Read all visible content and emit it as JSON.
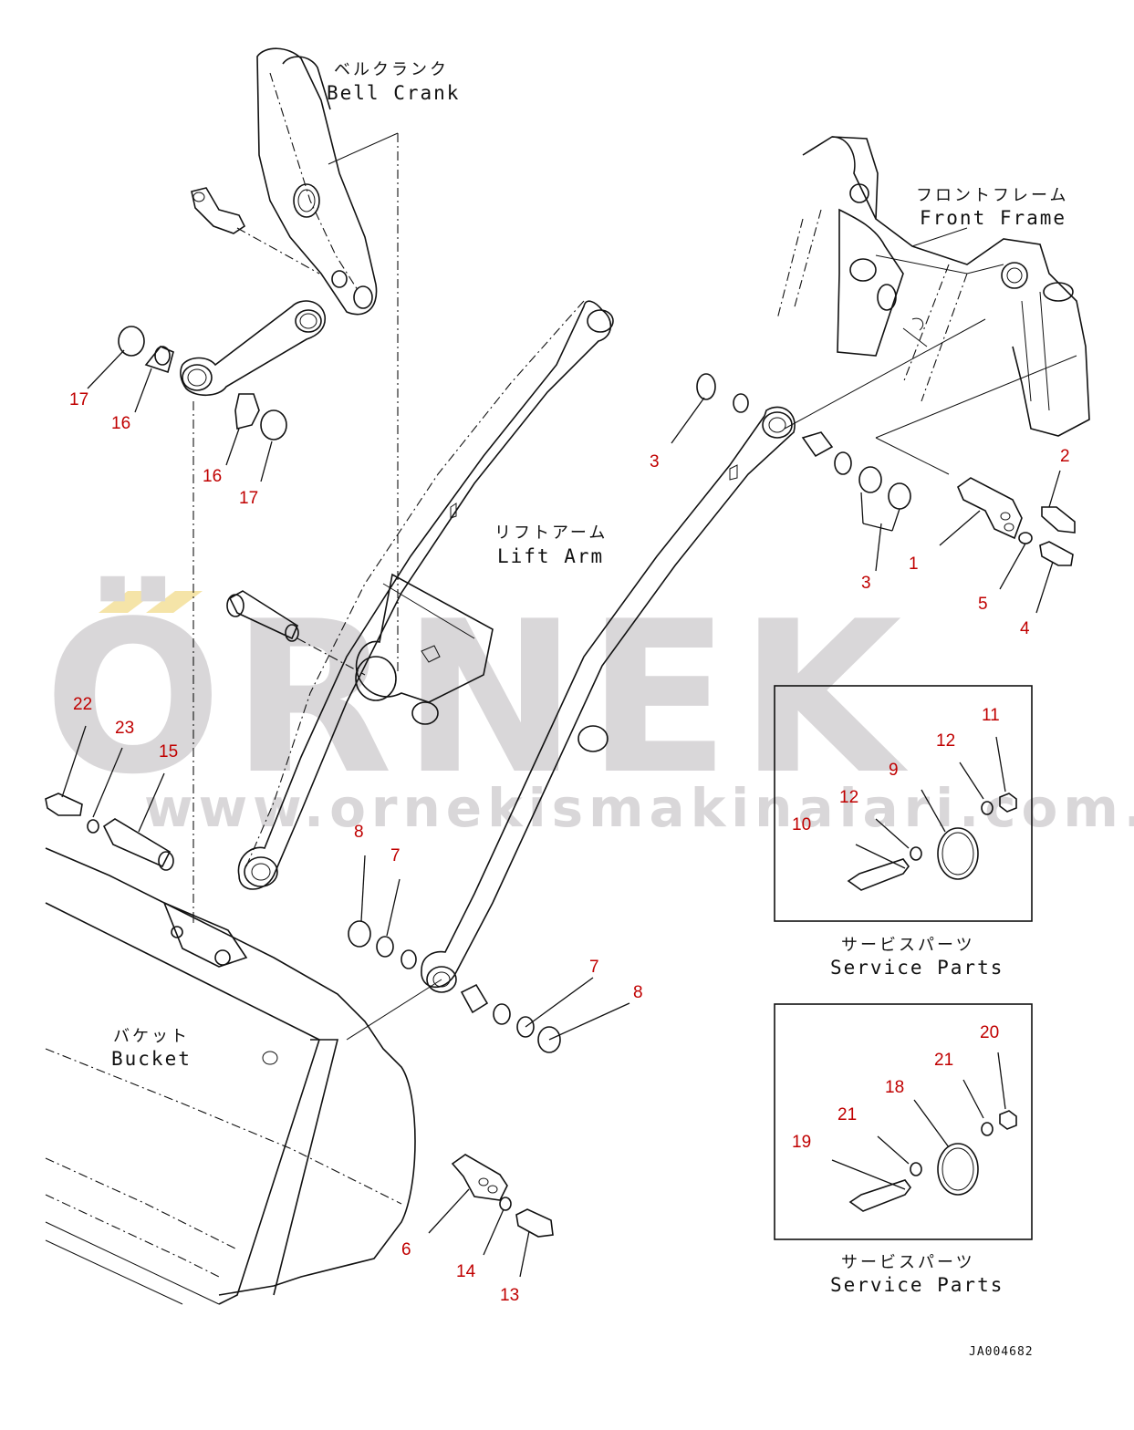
{
  "labels": {
    "bell_crank_jp": "ベルクランク",
    "bell_crank_en": "Bell Crank",
    "front_frame_jp": "フロントフレーム",
    "front_frame_en": "Front Frame",
    "lift_arm_jp": "リフトアーム",
    "lift_arm_en": "Lift Arm",
    "bucket_jp": "バケット",
    "bucket_en": "Bucket",
    "service_parts_jp_1": "サービスパーツ",
    "service_parts_en_1": "Service Parts",
    "service_parts_jp_2": "サービスパーツ",
    "service_parts_en_2": "Service Parts"
  },
  "drawing_code": "JA004682",
  "watermark": {
    "brand": "ÖRNEK",
    "url": "www.ornekismakinalari.com.tr",
    "color": "#d9d7d9",
    "accent_color": "#f5e4a8"
  },
  "callout_color": "#c00000",
  "callouts": {
    "c1": "1",
    "c2": "2",
    "c3a": "3",
    "c3b": "3",
    "c4": "4",
    "c5": "5",
    "c6": "6",
    "c7a": "7",
    "c7b": "7",
    "c8a": "8",
    "c8b": "8",
    "c9": "9",
    "c10": "10",
    "c11": "11",
    "c12a": "12",
    "c12b": "12",
    "c13": "13",
    "c14": "14",
    "c15": "15",
    "c16a": "16",
    "c16b": "16",
    "c17a": "17",
    "c17b": "17",
    "c18": "18",
    "c19": "19",
    "c20": "20",
    "c21a": "21",
    "c21b": "21",
    "c22": "22",
    "c23": "23"
  }
}
